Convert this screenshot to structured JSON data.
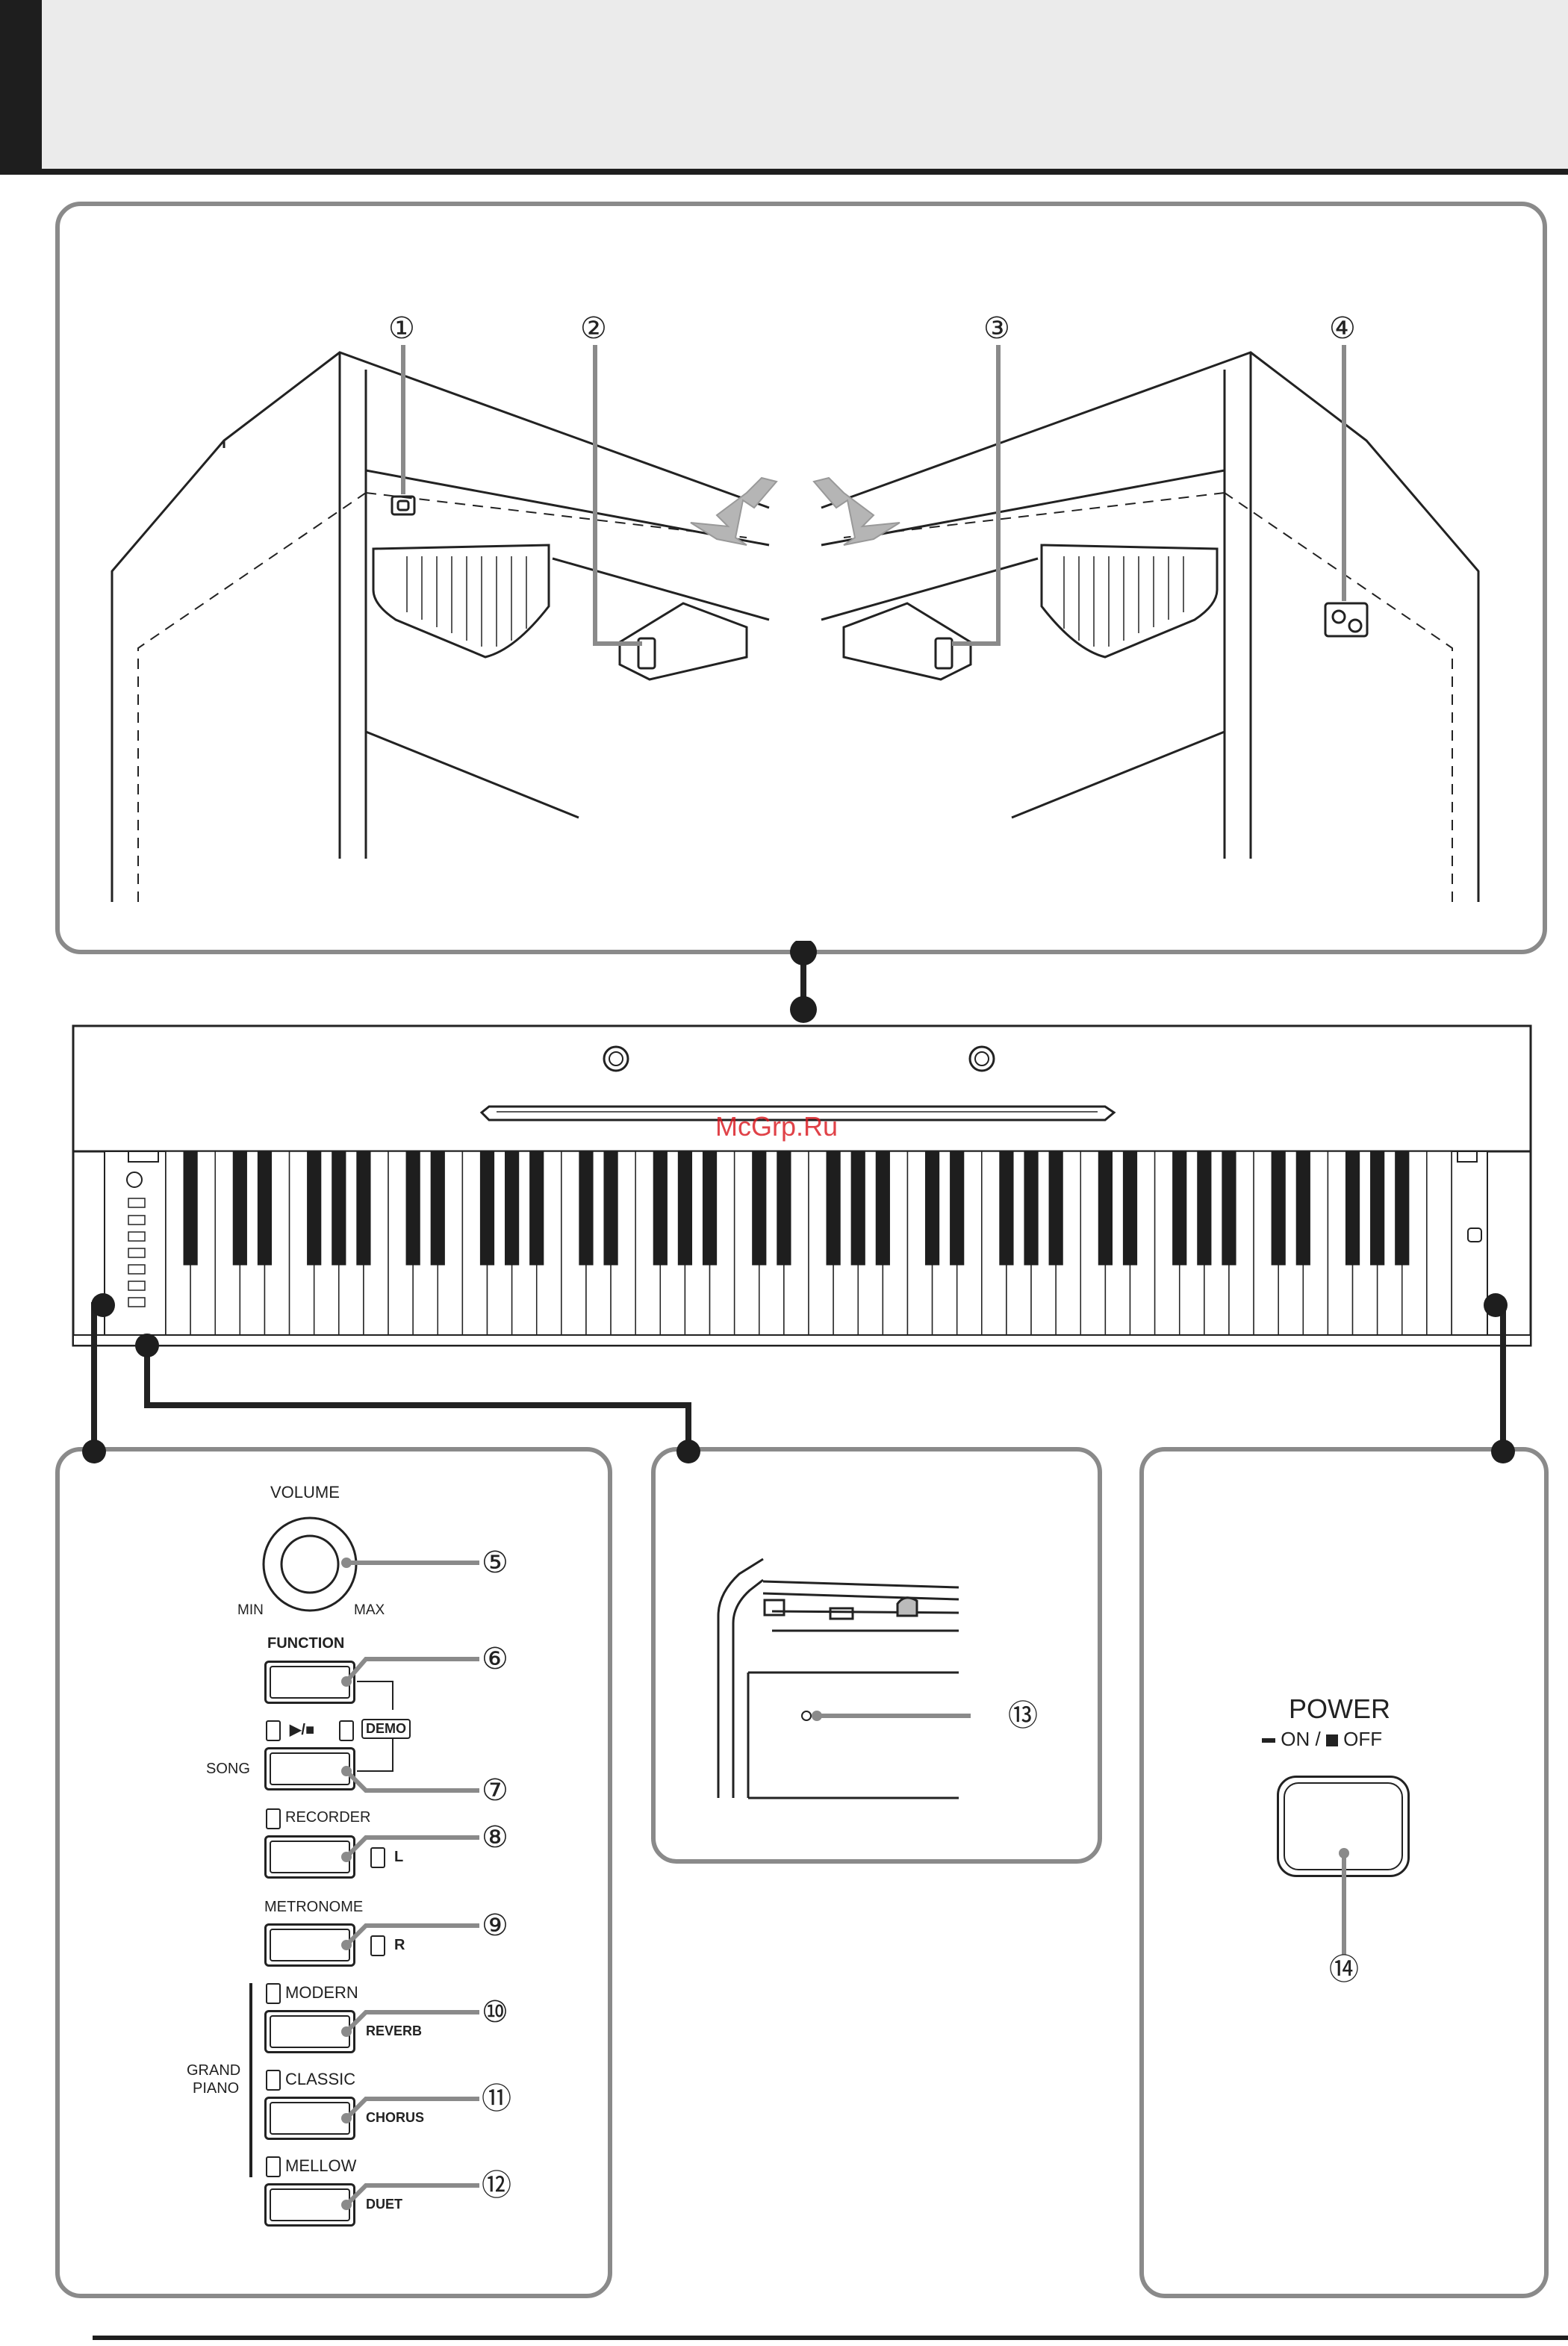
{
  "watermark": "McGrp.Ru",
  "callouts": {
    "c1": "①",
    "c2": "②",
    "c3": "③",
    "c4": "④",
    "c5": "⑤",
    "c6": "⑥",
    "c7": "⑦",
    "c8": "⑧",
    "c9": "⑨",
    "c10": "⑩",
    "c11": "⑪",
    "c12": "⑫",
    "c13": "⑬",
    "c14": "⑭"
  },
  "controls": {
    "volume": "VOLUME",
    "min": "MIN",
    "max": "MAX",
    "function": "FUNCTION",
    "play_stop": "▶/■",
    "demo": "DEMO",
    "song": "SONG",
    "recorder": "RECORDER",
    "left": "L",
    "metronome": "METRONOME",
    "right": "R",
    "grand_piano_line1": "GRAND",
    "grand_piano_line2": "PIANO",
    "modern": "MODERN",
    "reverb": "REVERB",
    "classic": "CLASSIC",
    "chorus": "CHORUS",
    "mellow": "MELLOW",
    "duet": "DUET"
  },
  "power": {
    "title": "POWER",
    "on": "ON",
    "separator": "/",
    "off": "OFF"
  },
  "icons": {
    "arrow_left": "arrow-left-icon",
    "arrow_right": "arrow-right-icon",
    "connector_dot": "connector-dot-icon"
  }
}
